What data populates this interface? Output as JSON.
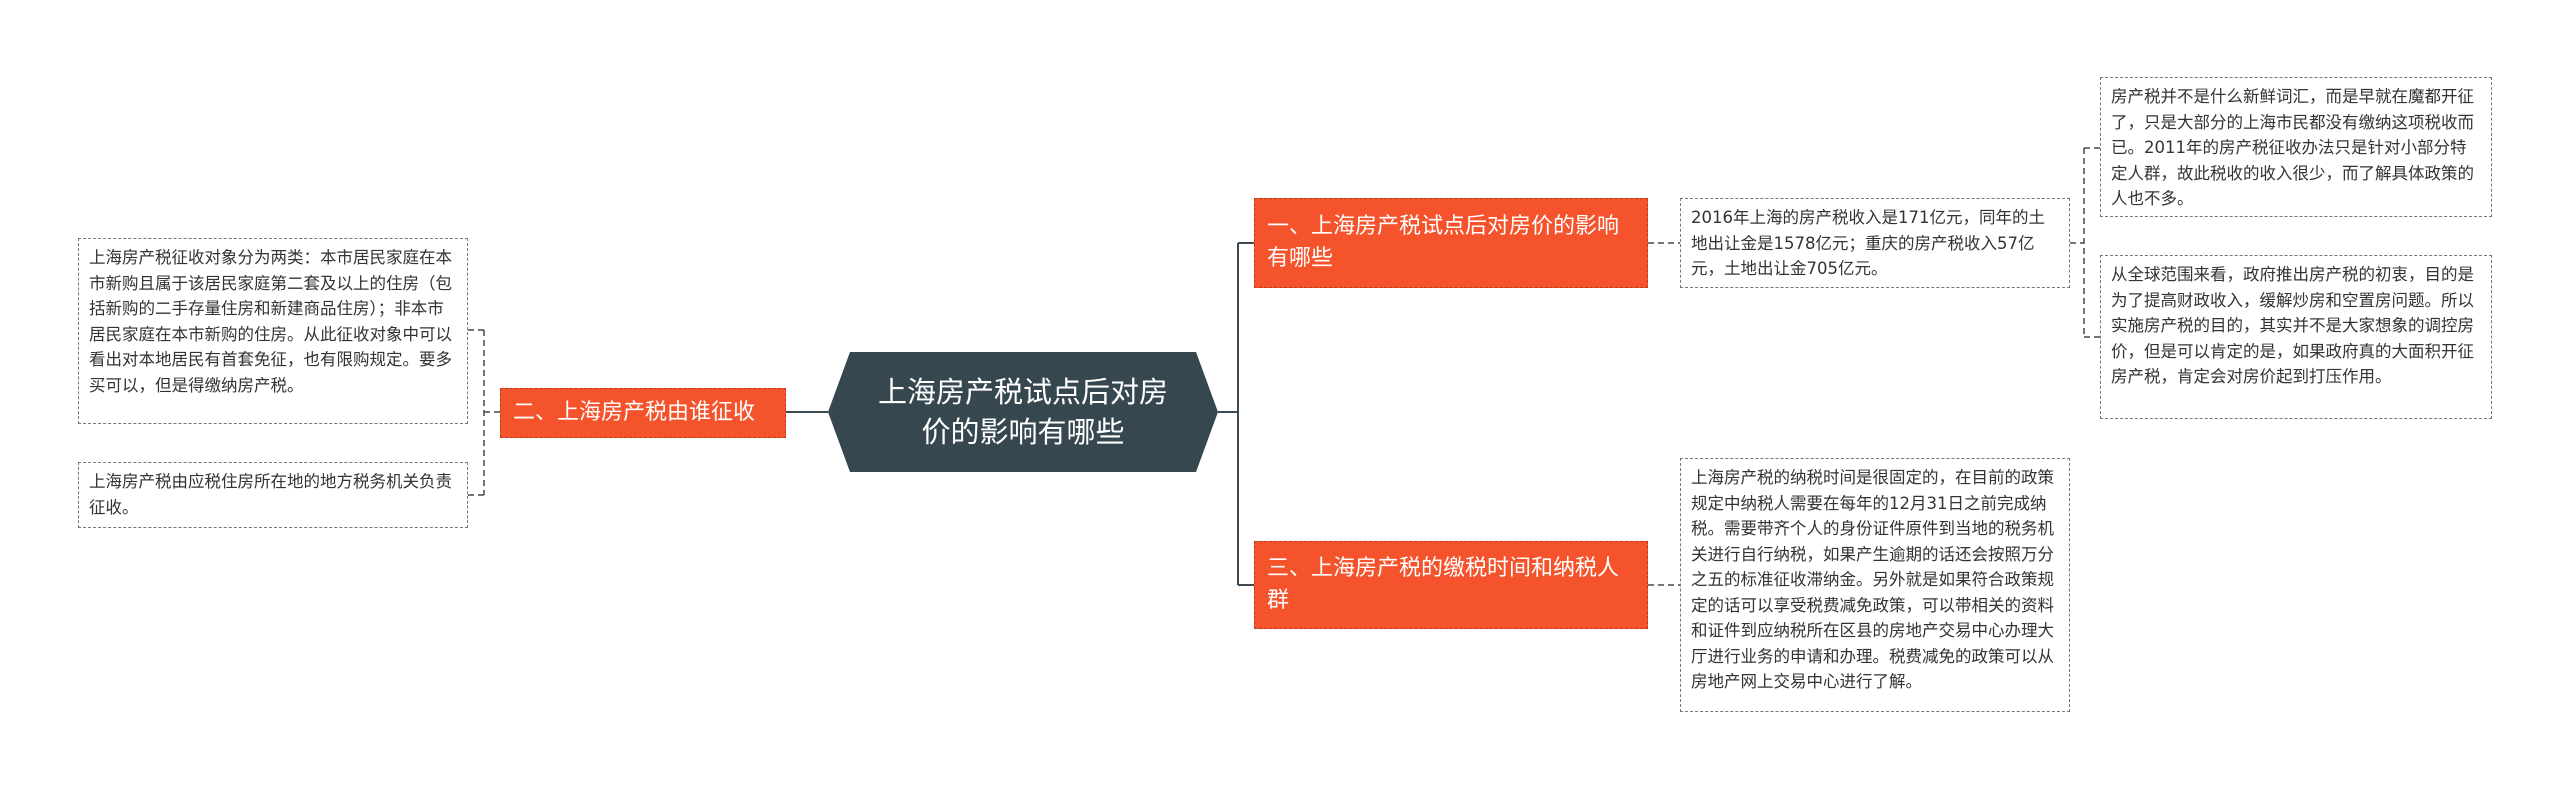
{
  "mindmap": {
    "root": "上海房产税试点后对房价的影响有哪些",
    "branches": [
      {
        "label": "一、上海房产税试点后对房价的影响有哪些",
        "details": [
          "2016年上海的房产税收入是171亿元，同年的土地出让金是1578亿元；重庆的房产税收入57亿元，土地出让金705亿元。"
        ],
        "sub_details": [
          "房产税并不是什么新鲜词汇，而是早就在魔都开征了，只是大部分的上海市民都没有缴纳这项税收而已。2011年的房产税征收办法只是针对小部分特定人群，故此税收的收入很少，而了解具体政策的人也不多。",
          "从全球范围来看，政府推出房产税的初衷，目的是为了提高财政收入，缓解炒房和空置房问题。所以实施房产税的目的，其实并不是大家想象的调控房价，但是可以肯定的是，如果政府真的大面积开征房产税，肯定会对房价起到打压作用。"
        ]
      },
      {
        "label": "二、上海房产税由谁征收",
        "details": [
          "上海房产税征收对象分为两类：本市居民家庭在本市新购且属于该居民家庭第二套及以上的住房（包括新购的二手存量住房和新建商品住房）；非本市居民家庭在本市新购的住房。从此征收对象中可以看出对本地居民有首套免征，也有限购规定。要多买可以，但是得缴纳房产税。",
          "上海房产税由应税住房所在地的地方税务机关负责征收。"
        ]
      },
      {
        "label": "三、上海房产税的缴税时间和纳税人群",
        "details": [
          "上海房产税的纳税时间是很固定的，在目前的政策规定中纳税人需要在每年的12月31日之前完成纳税。需要带齐个人的身份证件原件到当地的税务机关进行自行纳税，如果产生逾期的话还会按照万分之五的标准征收滞纳金。另外就是如果符合政策规定的话可以享受税费减免政策，可以带相关的资料和证件到应纳税所在区县的房地产交易中心办理大厅进行业务的申请和办理。税费减免的政策可以从房地产网上交易中心进行了解。"
        ]
      }
    ]
  },
  "colors": {
    "root_bg": "#36474f",
    "branch_bg": "#f4532c",
    "line": "#3d4a52",
    "leaf_border": "#777777"
  }
}
